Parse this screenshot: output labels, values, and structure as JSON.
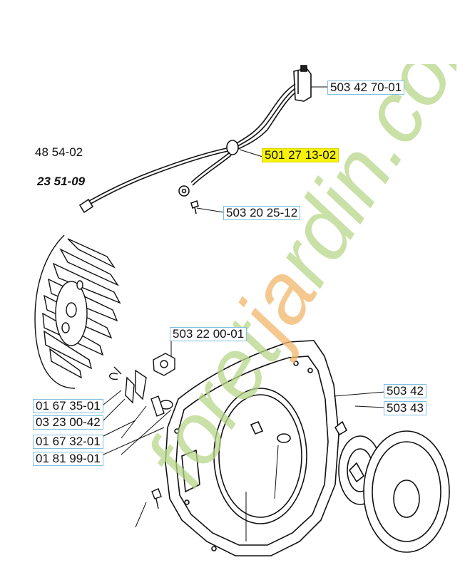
{
  "labels": {
    "switch": "503 42 70-01",
    "wire_harness": "501 27 13-02",
    "partial_top": "48 54-02",
    "partial_bold": "23 51-09",
    "screw_small": "503 20 25-12",
    "nut": "503 22 00-01",
    "left_1": "01 67 35-01",
    "left_2": "03 23 00-42",
    "left_3": "01 67 32-01",
    "left_4": "01 81 99-01",
    "right_1": "503 42",
    "right_2": "503 43"
  },
  "watermark": {
    "text_green": "foret",
    "text_orange": "ja",
    "text_rest": "rdin",
    "text_com": ".com",
    "color_green": "#b7d58a",
    "color_orange": "#f2b56b"
  },
  "colors": {
    "highlight": "#f6f20a",
    "label_border": "#7fbfe0",
    "line": "#111111"
  }
}
